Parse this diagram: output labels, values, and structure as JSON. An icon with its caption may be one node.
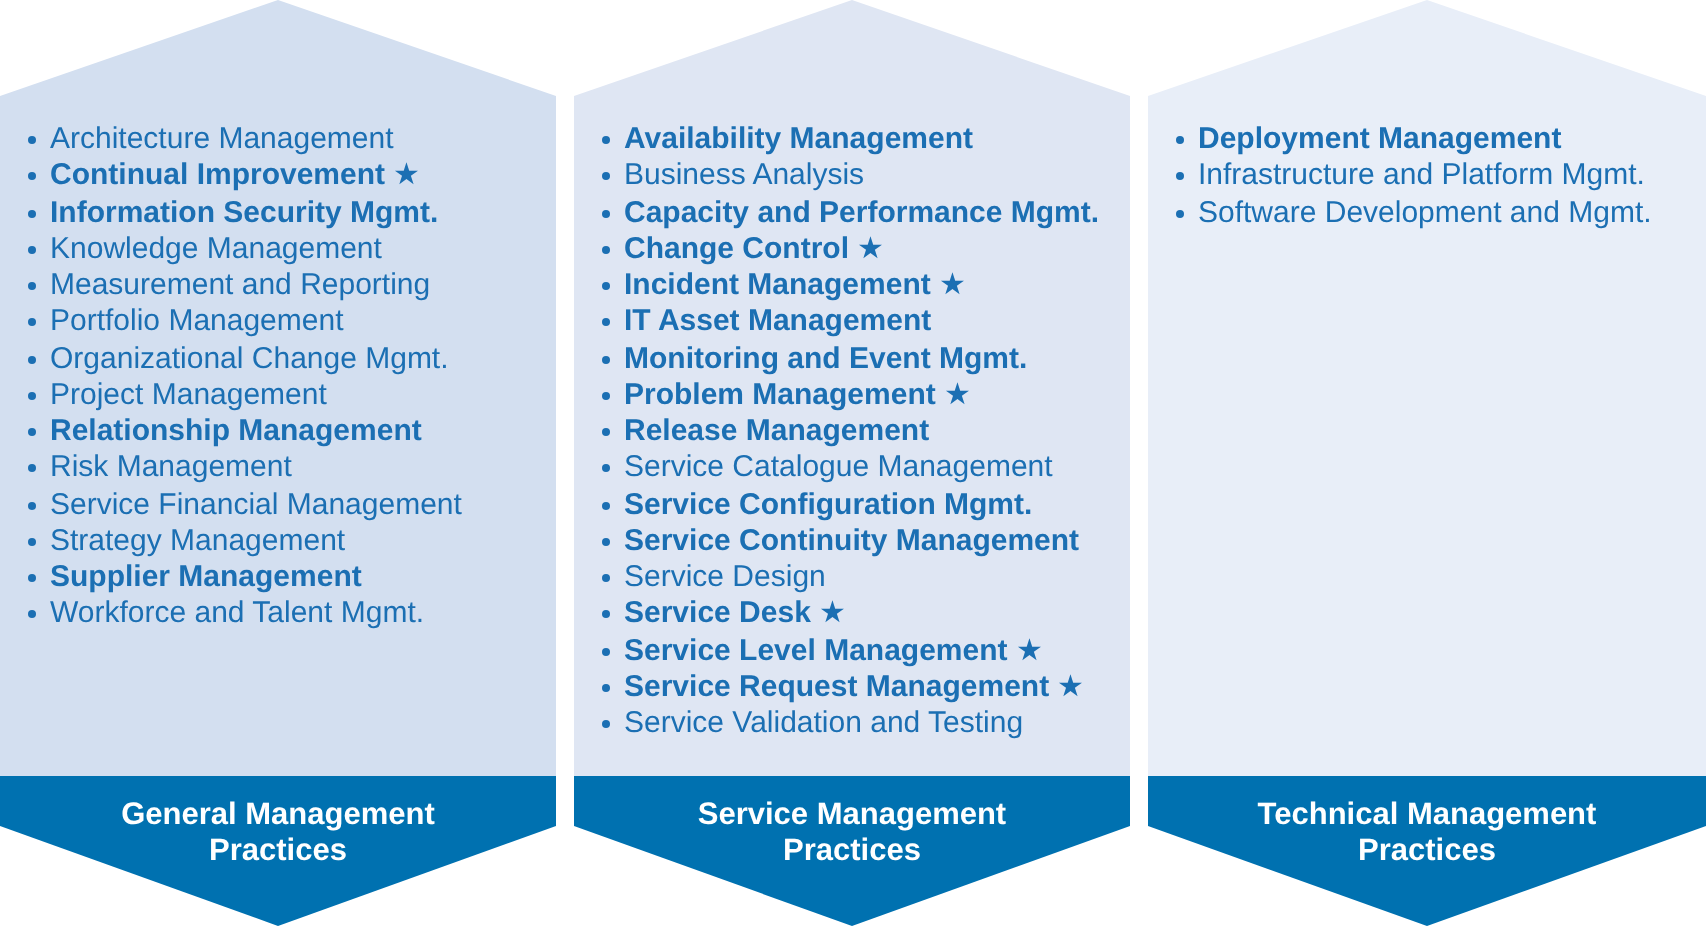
{
  "diagram": {
    "nodes": [
      {
        "text": [
          "General Management Practices"
        ]
      },
      {
        "text": [
          "Architecture Management"
        ],
        "in": 0
      },
      {
        "text": [
          "**Continual Improvement** ★"
        ],
        "in": 0
      },
      {
        "text": [
          "**Information Security Mgmt.**"
        ],
        "in": 0
      },
      {
        "text": [
          "Knowledge Management"
        ],
        "in": 0
      },
      {
        "text": [
          "Measurement and Reporting"
        ],
        "in": 0
      },
      {
        "text": [
          "Portfolio Management"
        ],
        "in": 0
      },
      {
        "text": [
          "Organizational Change Mgmt."
        ],
        "in": 0
      },
      {
        "text": [
          "Project Management"
        ],
        "in": 0
      },
      {
        "text": [
          "**Relationship Management**"
        ],
        "in": 0
      },
      {
        "text": [
          "Risk Management"
        ],
        "in": 0
      },
      {
        "text": [
          "Service Financial Management"
        ],
        "in": 0
      },
      {
        "text": [
          "Strategy Management"
        ],
        "in": 0
      },
      {
        "text": [
          "**Supplier Management**"
        ],
        "in": 0
      },
      {
        "text": [
          "Workforce and Talent Mgmt."
        ],
        "in": 0
      },
      {
        "text": [
          "Service Management Practices"
        ]
      },
      {
        "text": [
          "**Availability Management**"
        ],
        "in": 15
      },
      {
        "text": [
          "Business Analysis"
        ],
        "in": 15
      },
      {
        "text": [
          "**Capacity and Performance Mgmt.**"
        ],
        "in": 15
      },
      {
        "text": [
          "**Change Control** ★"
        ],
        "in": 15
      },
      {
        "text": [
          "**Incident Management** ★"
        ],
        "in": 15
      },
      {
        "text": [
          "**IT Asset Management**"
        ],
        "in": 15
      },
      {
        "text": [
          "**Monitoring and Event Mgmt.**"
        ],
        "in": 15
      },
      {
        "text": [
          "**Problem Management** ★"
        ],
        "in": 15
      },
      {
        "text": [
          "**Release Management**"
        ],
        "in": 15
      },
      {
        "text": [
          "Service Catalogue Management"
        ],
        "in": 15
      },
      {
        "text": [
          "**Service Configuration Mgmt.**"
        ],
        "in": 15
      },
      {
        "text": [
          "**Service Continuity Management**"
        ],
        "in": 15
      },
      {
        "text": [
          "Service Design"
        ],
        "in": 15
      },
      {
        "text": [
          "**Service Desk** ★"
        ],
        "in": 15
      },
      {
        "text": [
          "**Service Level Management** ★"
        ],
        "in": 15
      },
      {
        "text": [
          "**Service Request Management** ★"
        ],
        "in": 15
      },
      {
        "text": [
          "Service Validation and Testing"
        ],
        "in": 15
      },
      {
        "text": [
          "Technical Management Practices"
        ]
      },
      {
        "text": [
          "**Deployment Management**"
        ],
        "in": 33
      },
      {
        "text": [
          "Infrastructure and Platform Mgmt."
        ],
        "in": 33
      },
      {
        "text": [
          "Software Development and Mgmt."
        ],
        "in": 33
      }
    ]
  }
}
